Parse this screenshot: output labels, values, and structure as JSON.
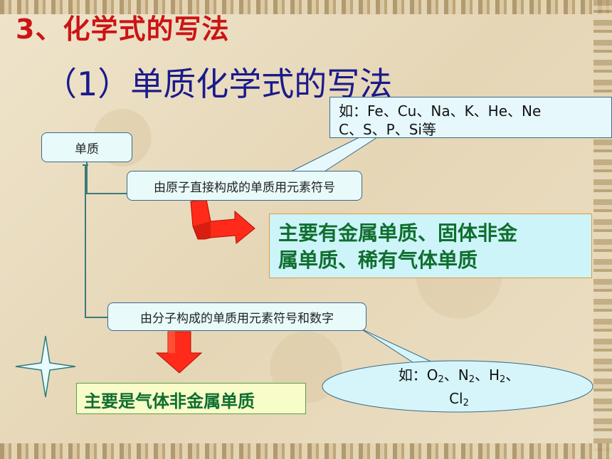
{
  "title": "3、化学式的写法",
  "subtitle": "（1）单质化学式的写法",
  "diagram": {
    "root_label": "单质",
    "atom_branch_label": "由原子直接构成的单质用元素符号",
    "atom_examples_line1": "如：Fe、Cu、Na、K、He、Ne",
    "atom_examples_line2": "C、S、P、Si等",
    "atom_types_line1": "主要有金属单质、固体非金",
    "atom_types_line2": "属单质、稀有气体单质",
    "molecule_branch_label": "由分子构成的单质用元素符号和数字",
    "molecule_types": "主要是气体非金属单质",
    "molecule_examples": {
      "prefix": "如：",
      "items": [
        {
          "sym": "O",
          "sub": "2"
        },
        {
          "sym": "N",
          "sub": "2"
        },
        {
          "sym": "H",
          "sub": "2"
        },
        {
          "sym": "Cl",
          "sub": "2"
        }
      ],
      "sep": "、"
    }
  },
  "colors": {
    "title": "#cc1414",
    "subtitle": "#1a1a8c",
    "green_text": "#0f6e2e",
    "arrow_red": "#ff2a1a"
  }
}
